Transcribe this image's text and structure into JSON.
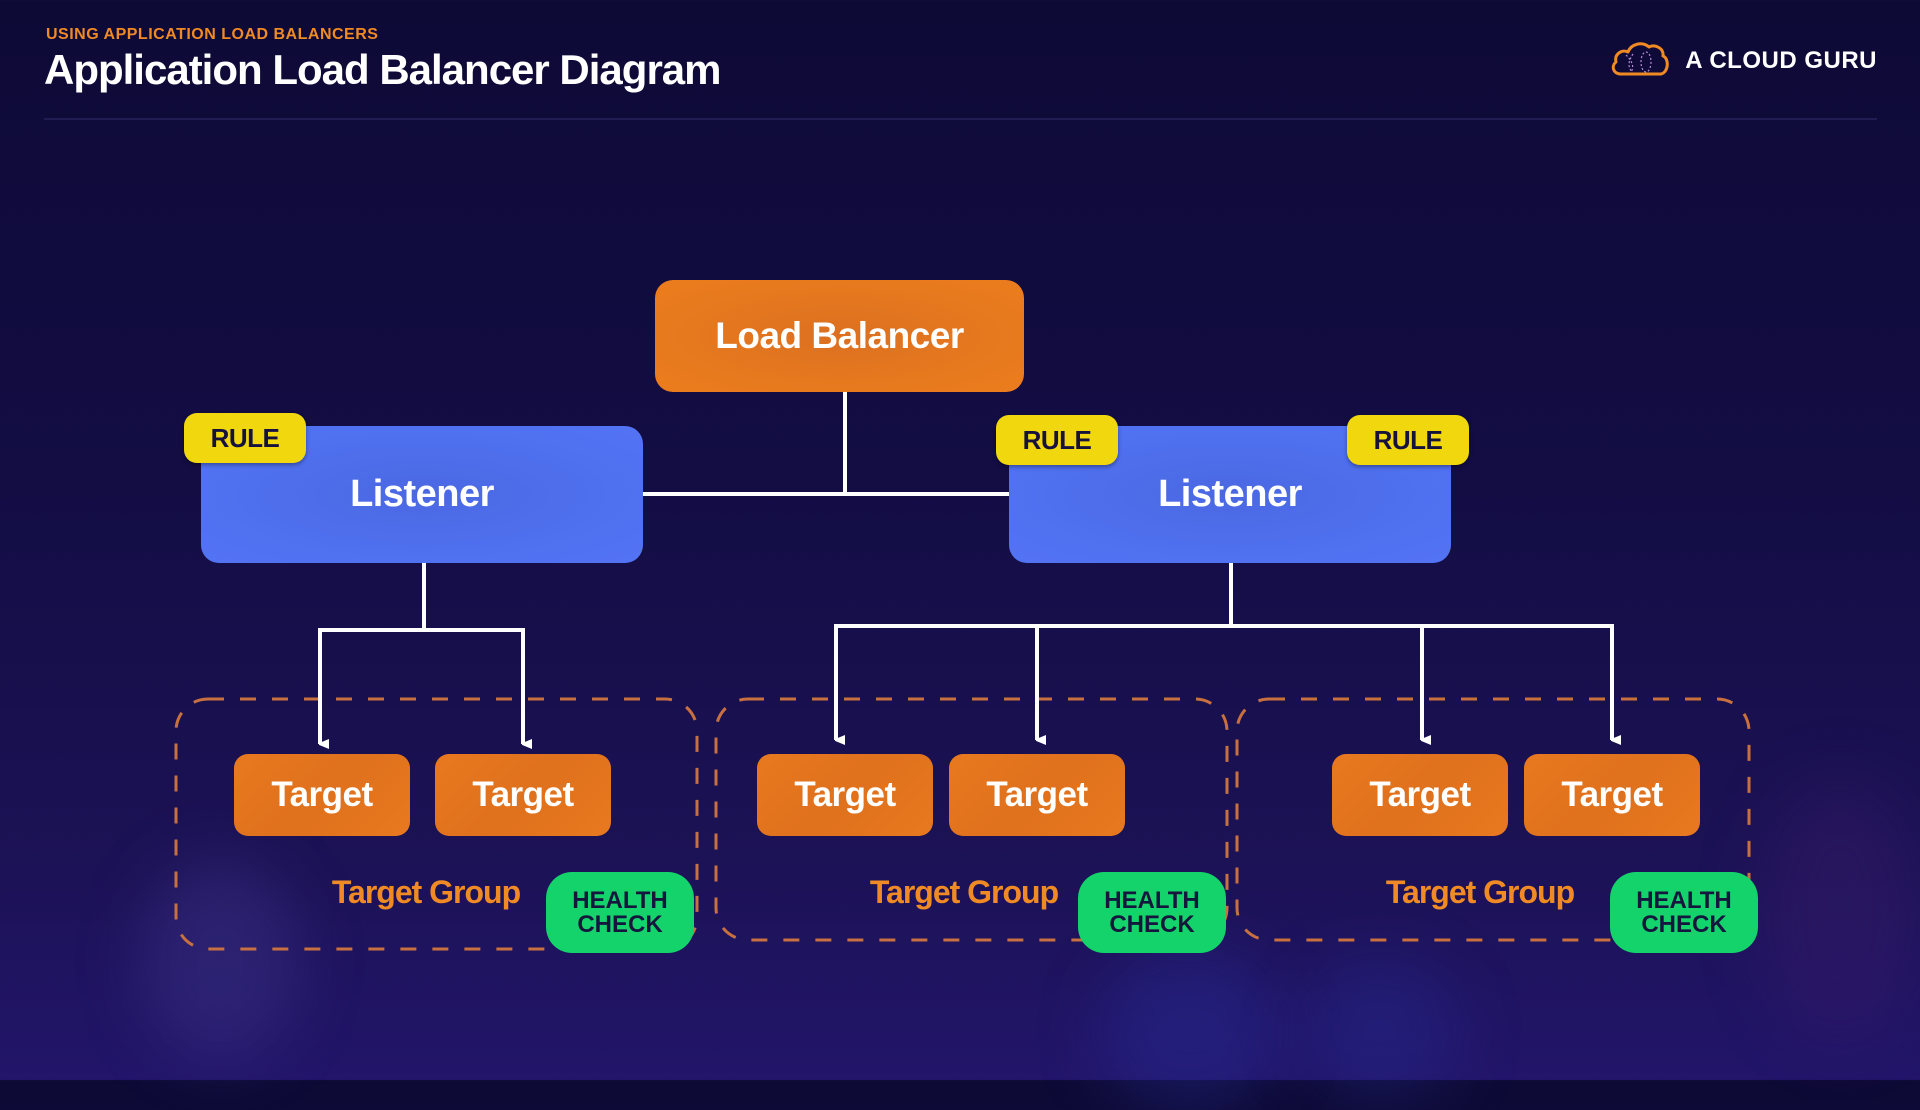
{
  "header": {
    "subtitle": "USING APPLICATION LOAD BALANCERS",
    "title": "Application Load Balancer Diagram",
    "brand": {
      "name": "A CLOUD GURU",
      "icon": "cloud-logo-icon"
    }
  },
  "colors": {
    "background": "#130d44",
    "load_balancer": "#e87a1e",
    "listener": "#5072f2",
    "rule": "#f0d70e",
    "target": "#e8791f",
    "target_group_border": "#c8703f",
    "target_group_label": "#f08a24",
    "health_check": "#14d36a",
    "connector": "#ffffff"
  },
  "diagram": {
    "load_balancer": {
      "label": "Load Balancer"
    },
    "listeners": [
      {
        "label": "Listener",
        "rules": [
          "RULE"
        ]
      },
      {
        "label": "Listener",
        "rules": [
          "RULE",
          "RULE"
        ]
      }
    ],
    "target_groups": [
      {
        "label": "Target Group",
        "targets": [
          "Target",
          "Target"
        ],
        "health_check": [
          "HEALTH",
          "CHECK"
        ],
        "listener": 0
      },
      {
        "label": "Target Group",
        "targets": [
          "Target",
          "Target"
        ],
        "health_check": [
          "HEALTH",
          "CHECK"
        ],
        "listener": 1
      },
      {
        "label": "Target Group",
        "targets": [
          "Target",
          "Target"
        ],
        "health_check": [
          "HEALTH",
          "CHECK"
        ],
        "listener": 1
      }
    ]
  }
}
